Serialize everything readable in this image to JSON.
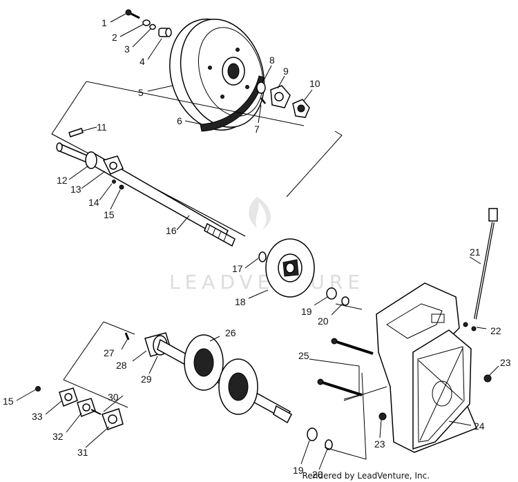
{
  "watermark": {
    "text": "LEADVENTURE"
  },
  "footer": {
    "text": "Rendered by LeadVenture, Inc."
  },
  "callouts": [
    {
      "id": "c1",
      "num": "1"
    },
    {
      "id": "c2",
      "num": "2"
    },
    {
      "id": "c3",
      "num": "3"
    },
    {
      "id": "c4",
      "num": "4"
    },
    {
      "id": "c5",
      "num": "5"
    },
    {
      "id": "c6",
      "num": "6"
    },
    {
      "id": "c7",
      "num": "7"
    },
    {
      "id": "c8",
      "num": "8"
    },
    {
      "id": "c9",
      "num": "9"
    },
    {
      "id": "c10",
      "num": "10"
    },
    {
      "id": "c11",
      "num": "11"
    },
    {
      "id": "c12",
      "num": "12"
    },
    {
      "id": "c13",
      "num": "13"
    },
    {
      "id": "c14",
      "num": "14"
    },
    {
      "id": "c15a",
      "num": "15"
    },
    {
      "id": "c16",
      "num": "16"
    },
    {
      "id": "c17",
      "num": "17"
    },
    {
      "id": "c18",
      "num": "18"
    },
    {
      "id": "c19a",
      "num": "19"
    },
    {
      "id": "c20a",
      "num": "20"
    },
    {
      "id": "c21",
      "num": "21"
    },
    {
      "id": "c22",
      "num": "22"
    },
    {
      "id": "c23a",
      "num": "23"
    },
    {
      "id": "c24",
      "num": "24"
    },
    {
      "id": "c25",
      "num": "25"
    },
    {
      "id": "c26",
      "num": "26"
    },
    {
      "id": "c27",
      "num": "27"
    },
    {
      "id": "c28",
      "num": "28"
    },
    {
      "id": "c29",
      "num": "29"
    },
    {
      "id": "c15b",
      "num": "15"
    },
    {
      "id": "c30",
      "num": "30"
    },
    {
      "id": "c33",
      "num": "33"
    },
    {
      "id": "c32",
      "num": "32"
    },
    {
      "id": "c31",
      "num": "31"
    },
    {
      "id": "c23b",
      "num": "23"
    },
    {
      "id": "c19b",
      "num": "19"
    },
    {
      "id": "c20b",
      "num": "20"
    }
  ]
}
